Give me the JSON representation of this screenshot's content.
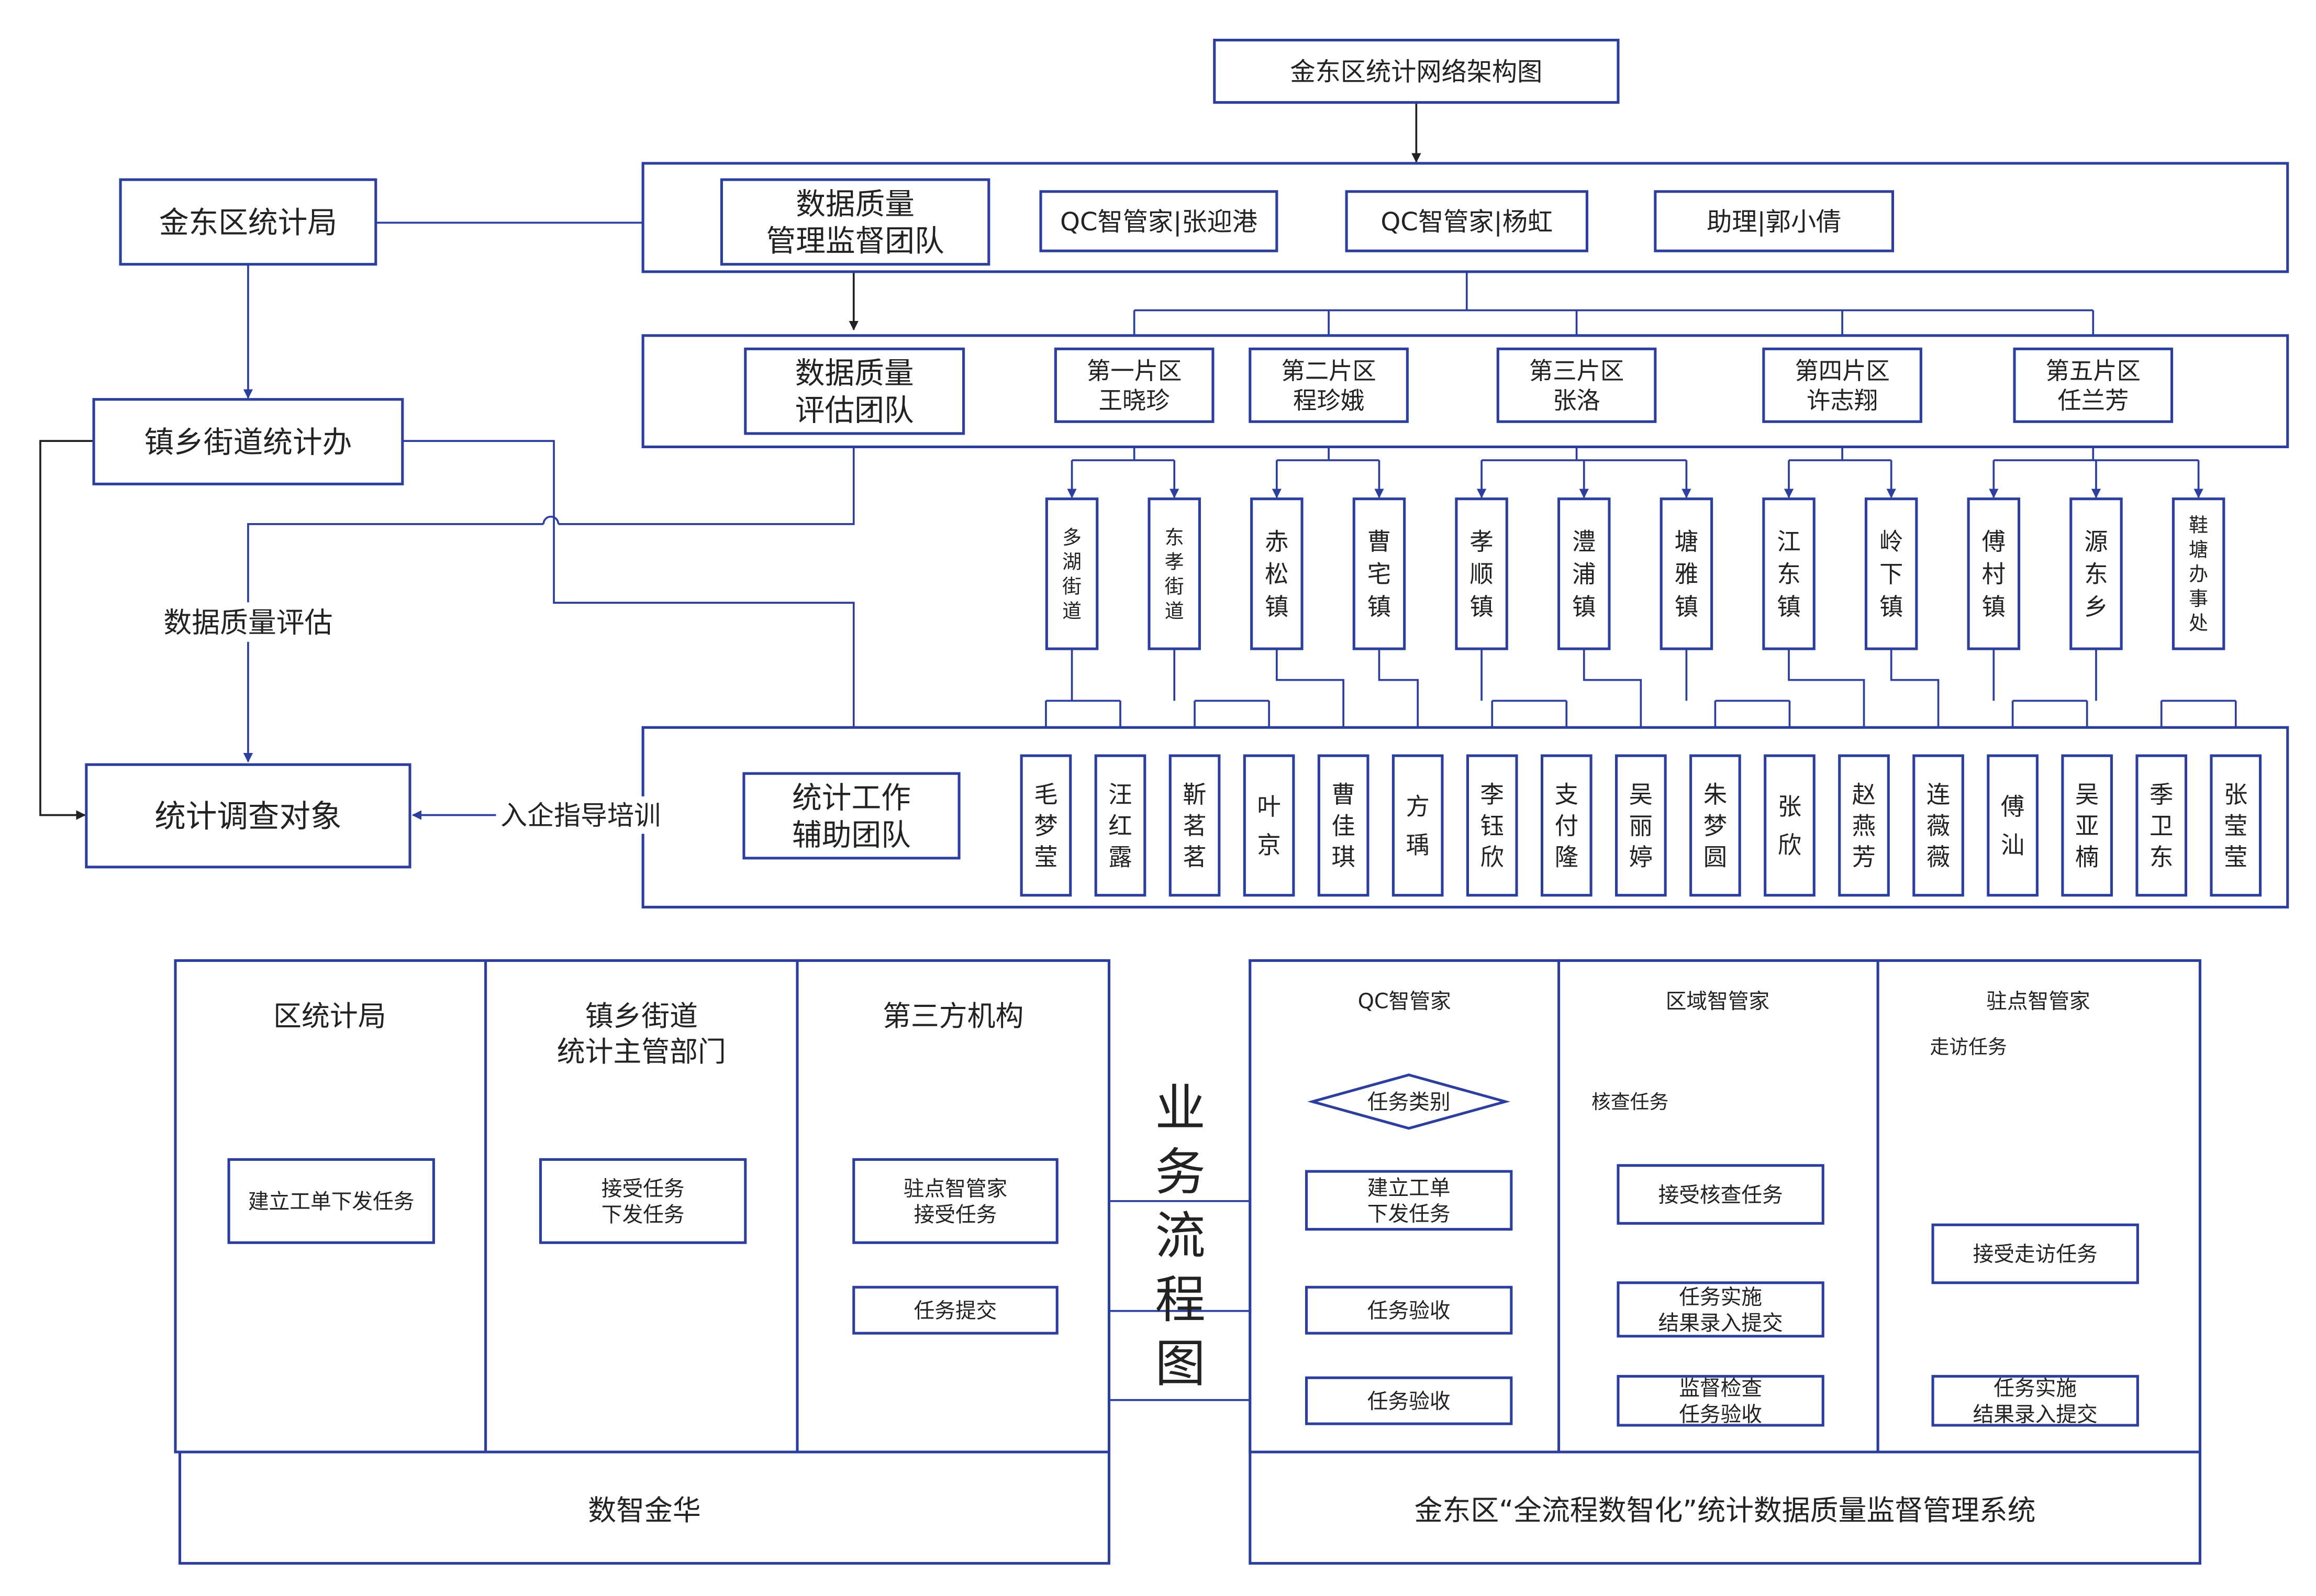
{
  "title": "金东区统计网络架构图",
  "bureau": "金东区统计局",
  "township_office": "镇乡街道统计办",
  "survey_target": "统计调查对象",
  "eval_label": "数据质量评估",
  "training_label": "入企指导培训",
  "supervision_team": [
    "数据质量",
    "管理监督团队"
  ],
  "supervision_members": [
    "QC智管家|张迎港",
    "QC智管家|杨虹",
    "助理|郭小倩"
  ],
  "assessment_team": [
    "数据质量",
    "评估团队"
  ],
  "districts": [
    {
      "name": "第一片区",
      "leader": "王晓珍",
      "towns": [
        "多湖街道",
        "东孝街道"
      ]
    },
    {
      "name": "第二片区",
      "leader": "程珍娥",
      "towns": [
        "赤松镇",
        "曹宅镇"
      ]
    },
    {
      "name": "第三片区",
      "leader": "张洛",
      "towns": [
        "孝顺镇",
        "澧浦镇",
        "塘雅镇"
      ]
    },
    {
      "name": "第四片区",
      "leader": "许志翔",
      "towns": [
        "江东镇",
        "岭下镇"
      ]
    },
    {
      "name": "第五片区",
      "leader": "任兰芳",
      "towns": [
        "傅村镇",
        "源东乡",
        "鞋塘办事处"
      ]
    }
  ],
  "assist_team": [
    "统计工作",
    "辅助团队"
  ],
  "assistants": [
    "毛梦莹",
    "汪红露",
    "靳茗茗",
    "叶京",
    "曹佳琪",
    "方瑀",
    "李钰欣",
    "支付隆",
    "吴丽婷",
    "朱梦圆",
    "张欣",
    "赵燕芳",
    "连薇薇",
    "傅汕",
    "吴亚楠",
    "季卫东",
    "张莹莹"
  ],
  "flow_title": "业务流程图",
  "left_system": {
    "name": "数智金华",
    "lanes": [
      "区统计局",
      "镇乡街道\n统计主管部门",
      "第三方机构"
    ],
    "boxes": {
      "create_order": "建立工单下发任务",
      "accept_issue": "接受任务\n下发任务",
      "resident_accept": "驻点智管家\n接受任务",
      "submit": "任务提交"
    }
  },
  "right_system": {
    "name": "金东区“全流程数智化”统计数据质量监督管理系统",
    "lanes": [
      "QC智管家",
      "区域智管家",
      "驻点智管家"
    ],
    "decision": "任务类别",
    "edge_labels": {
      "visit": "走访任务",
      "check": "核查任务"
    },
    "boxes": {
      "create_order": "建立工单\n下发任务",
      "accept_check": "接受核查任务",
      "accept_visit": "接受走访任务",
      "check_impl": "任务实施\n结果录入提交",
      "accept1": "任务验收",
      "accept2": "任务验收",
      "supervise": "监督检查\n任务验收",
      "visit_impl": "任务实施\n结果录入提交"
    }
  },
  "colors": {
    "stroke": "#2d3f9e",
    "text": "#222222",
    "arrow_dark": "#222222"
  }
}
